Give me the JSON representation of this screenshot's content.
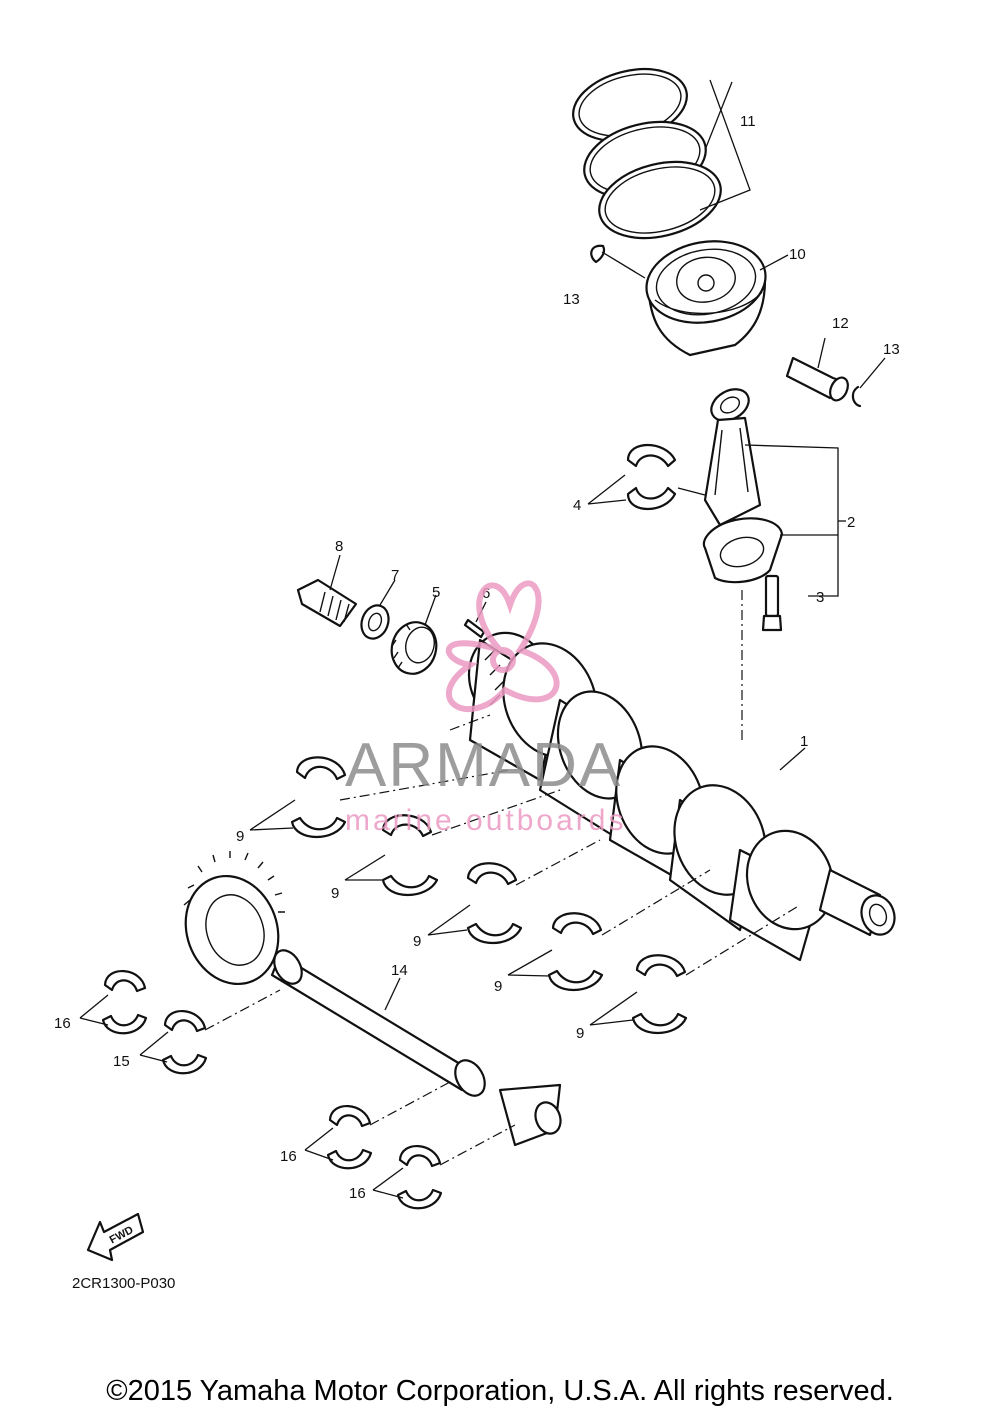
{
  "diagram": {
    "code": "2CR1300-P030",
    "fwd_label": "FWD",
    "callouts": [
      "1",
      "2",
      "3",
      "4",
      "5",
      "6",
      "7",
      "8",
      "9",
      "9",
      "9",
      "9",
      "9",
      "10",
      "11",
      "12",
      "13",
      "13",
      "14",
      "15",
      "16",
      "16",
      "16"
    ]
  },
  "watermark": {
    "brand": "ARMADA",
    "tagline": "marine outboards",
    "colors": {
      "logo": "#ec9ac2",
      "brand": "#8c8c8c"
    }
  },
  "footer": {
    "copyright": "©2015 Yamaha Motor Corporation, U.S.A. All rights reserved."
  }
}
